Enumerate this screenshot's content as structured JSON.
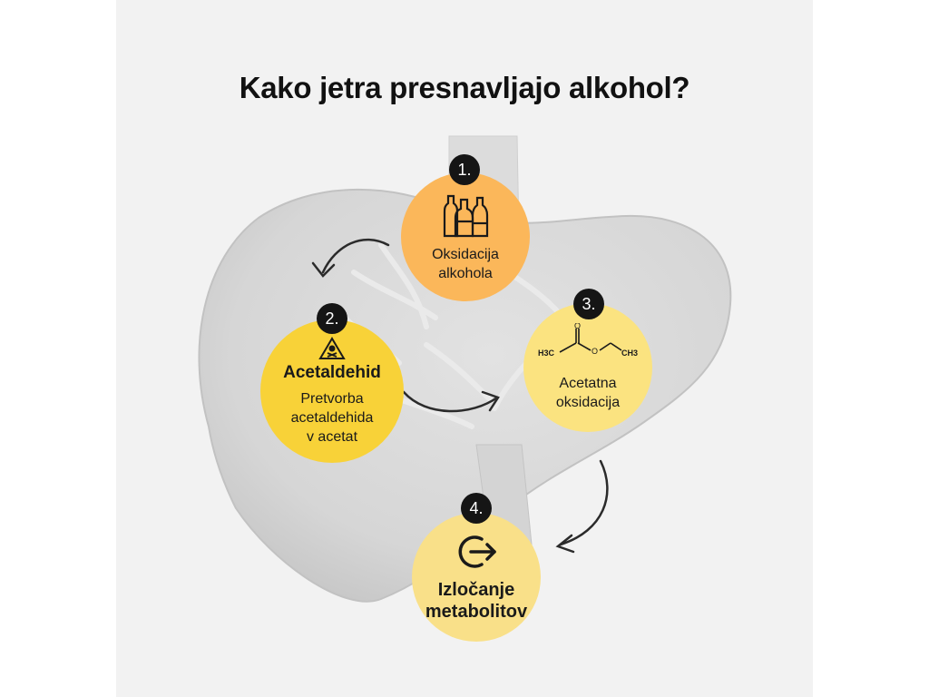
{
  "title": "Kako jetra presnavljajo alkohol?",
  "steps": [
    {
      "number": "1.",
      "label": "Oksidacija alkohola",
      "lines": [
        "Oksidacija",
        "alkohola"
      ],
      "icon": "alcohol-bottles-icon",
      "color": "#fbb75a"
    },
    {
      "number": "2.",
      "heading": "Acetaldehid",
      "label": "Pretvorba acetaldehida v acetat",
      "lines": [
        "Pretvorba",
        "acetaldehida",
        "v acetat"
      ],
      "icon": "toxic-warning-icon",
      "color": "#f8d238"
    },
    {
      "number": "3.",
      "label": "Acetatna oksidacija",
      "lines": [
        "Acetatna",
        "oksidacija"
      ],
      "icon": "ethyl-acetate-structure-icon",
      "formula": {
        "left": "H3C",
        "right": "CH3",
        "oxygen": "O"
      },
      "color": "#fbe380"
    },
    {
      "number": "4.",
      "label": "Izločanje metabolitov",
      "lines": [
        "Izločanje",
        "metabolitov"
      ],
      "icon": "exit-arrow-icon",
      "color": "#f9e089"
    }
  ],
  "colors": {
    "background": "#f2f2f2",
    "badge": "#151515",
    "arrow": "#2b2b2b"
  }
}
